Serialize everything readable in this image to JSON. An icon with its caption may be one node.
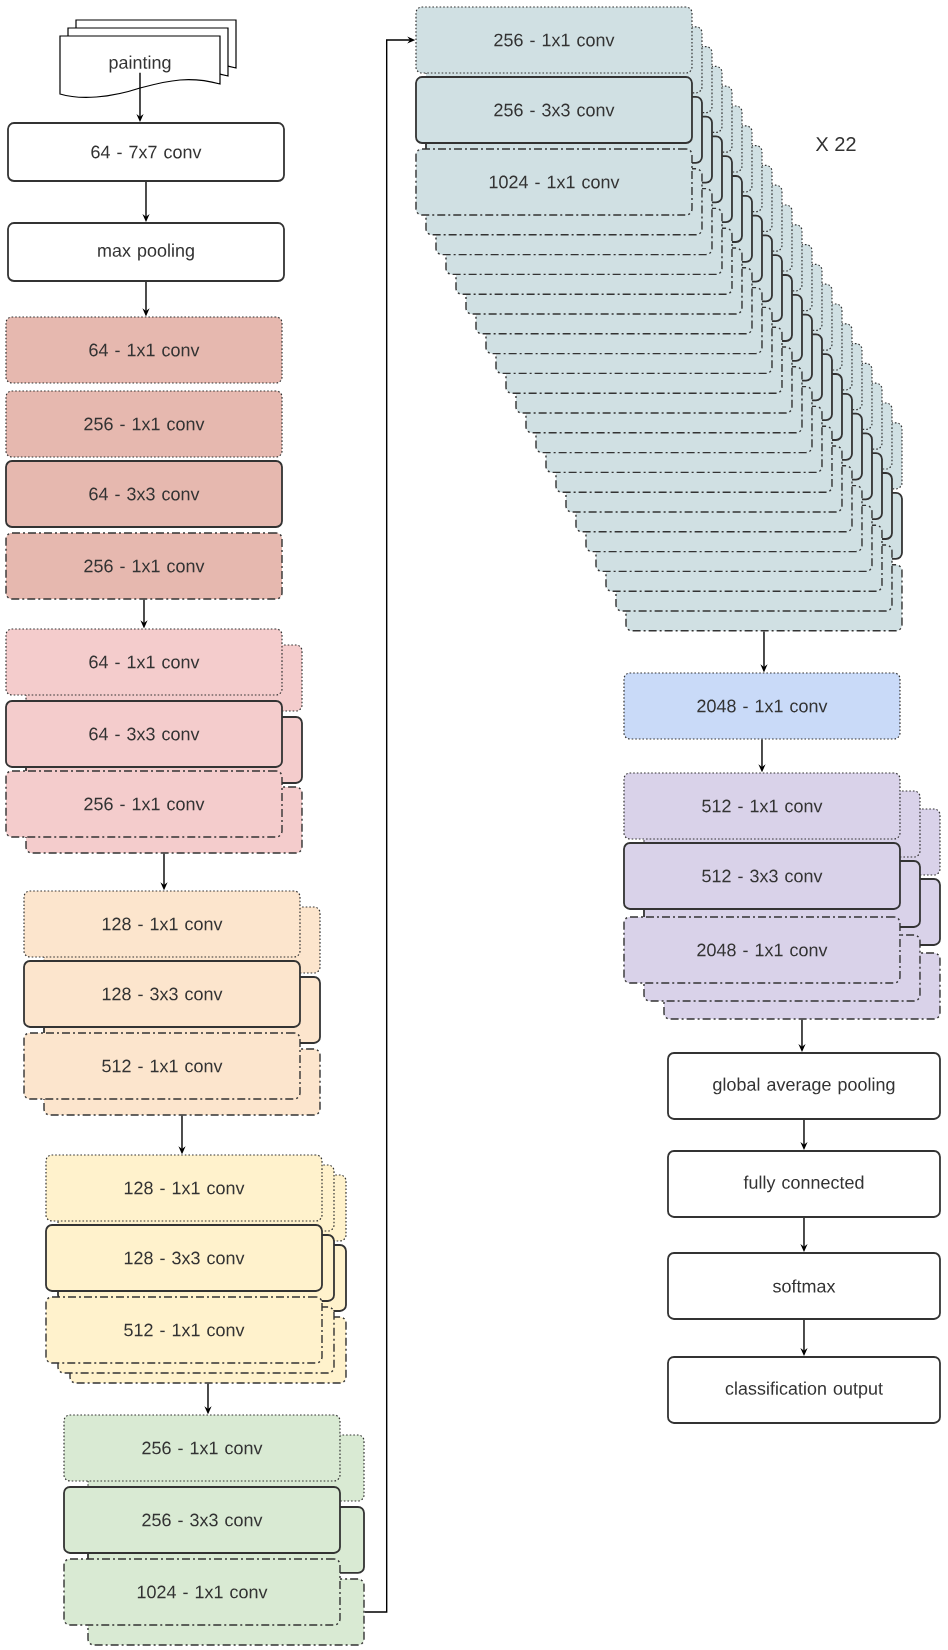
{
  "diagram": {
    "nodes": [
      {
        "text": [
          "painting"
        ]
      },
      {
        "text": [
          "64 - 7x7 conv"
        ]
      },
      {
        "text": [
          "max pooling"
        ]
      },
      {
        "text": [
          "64 - 1x1 conv"
        ]
      },
      {
        "text": [
          "256 - 1x1 conv"
        ]
      },
      {
        "text": [
          "64 - 3x3 conv"
        ]
      },
      {
        "text": [
          "256 - 1x1 conv"
        ]
      },
      {
        "text": [
          "64 - 1x1 conv"
        ]
      },
      {
        "text": [
          "64 - 3x3 conv"
        ]
      },
      {
        "text": [
          "256 - 1x1 conv"
        ]
      },
      {
        "text": [
          "128 - 1x1 conv"
        ]
      },
      {
        "text": [
          "128 - 3x3 conv"
        ]
      },
      {
        "text": [
          "512 - 1x1 conv"
        ]
      },
      {
        "text": [
          "128 - 1x1 conv"
        ]
      },
      {
        "text": [
          "128 - 3x3 conv"
        ]
      },
      {
        "text": [
          "512 - 1x1 conv"
        ]
      },
      {
        "text": [
          "256 - 1x1 conv"
        ]
      },
      {
        "text": [
          "256 - 3x3 conv"
        ]
      },
      {
        "text": [
          "1024 - 1x1 conv"
        ]
      },
      {
        "text": [
          "256 - 1x1 conv"
        ]
      },
      {
        "text": [
          "256 - 3x3 conv"
        ]
      },
      {
        "text": [
          "1024 - 1x1 conv"
        ]
      },
      {
        "text": [
          "2048 - 1x1 conv"
        ]
      },
      {
        "text": [
          "512 - 1x1 conv"
        ]
      },
      {
        "text": [
          "512 - 3x3 conv"
        ]
      },
      {
        "text": [
          "2048 - 1x1 conv"
        ]
      },
      {
        "text": [
          "global average pooling"
        ]
      },
      {
        "text": [
          "fully connected"
        ]
      },
      {
        "text": [
          "softmax"
        ]
      },
      {
        "text": [
          "classification output"
        ]
      }
    ],
    "edges": [
      {
        "from": 0,
        "to": 1,
        "arrow": "to"
      },
      {
        "from": 1,
        "to": 2,
        "arrow": "to"
      },
      {
        "from": 2,
        "to": 3,
        "arrow": "to"
      },
      {
        "from": 6,
        "to": 7,
        "arrow": "to"
      },
      {
        "from": 9,
        "to": 10,
        "arrow": "to"
      },
      {
        "from": 12,
        "to": 13,
        "arrow": "to"
      },
      {
        "from": 15,
        "to": 16,
        "arrow": "to"
      },
      {
        "from": 18,
        "to": 19,
        "arrow": "to"
      },
      {
        "from": 21,
        "to": 22,
        "arrow": "to"
      },
      {
        "from": 22,
        "to": 23,
        "arrow": "to"
      },
      {
        "from": 25,
        "to": 26,
        "arrow": "to"
      },
      {
        "from": 26,
        "to": 27,
        "arrow": "to"
      },
      {
        "from": 27,
        "to": 28,
        "arrow": "to"
      },
      {
        "from": 28,
        "to": 29,
        "arrow": "to"
      }
    ],
    "labels": [
      "X 22"
    ]
  }
}
